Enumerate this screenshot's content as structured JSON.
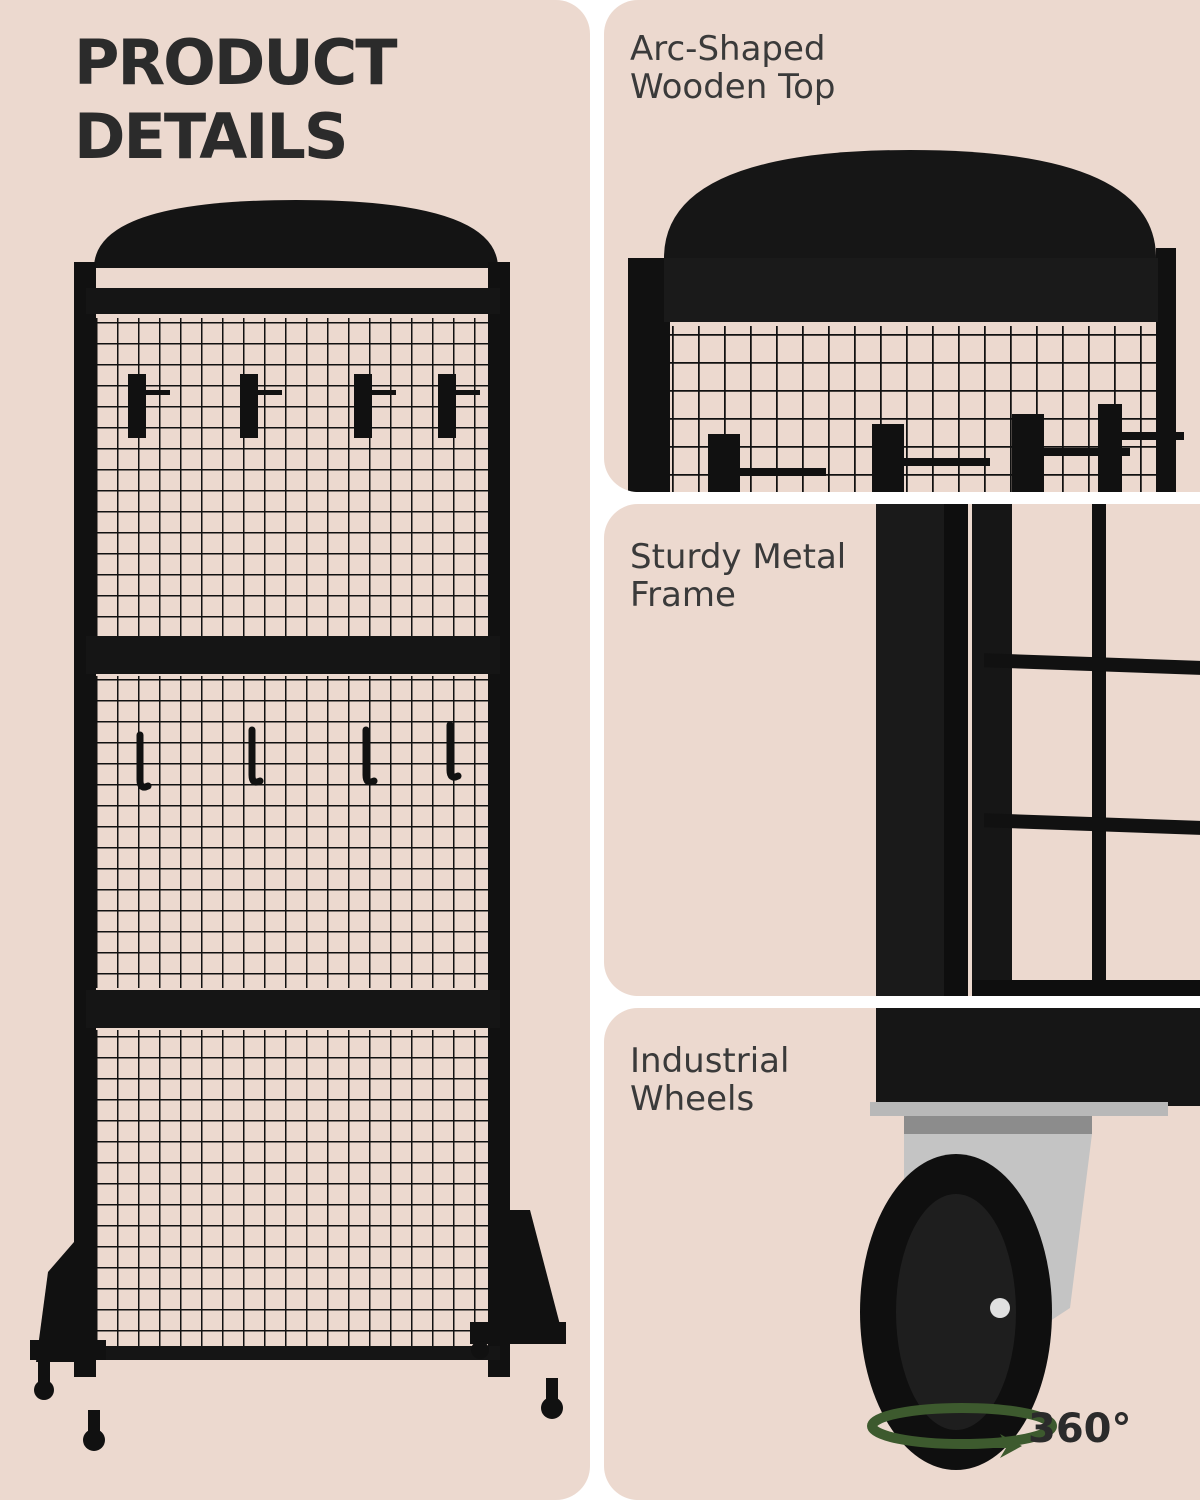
{
  "title": "PRODUCT\nDETAILS",
  "features": [
    {
      "label": "Arc-Shaped\nWooden Top"
    },
    {
      "label": "Sturdy Metal\nFrame"
    },
    {
      "label": "Industrial\nWheels"
    }
  ],
  "rotation": "360°",
  "colors": {
    "panel_background": "#ecd9cf",
    "product_black": "#111111",
    "arrow_green": "#3d5a2e",
    "text_dark": "#2b2b2b"
  }
}
